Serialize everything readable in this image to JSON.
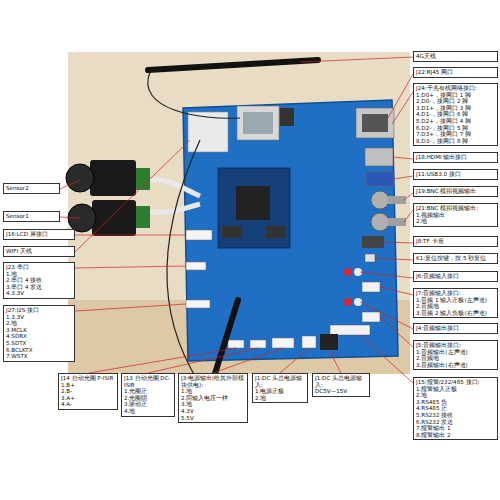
{
  "diagram": {
    "nodes": [
      {
        "text": [
          "4G天线"
        ]
      },
      {
        "text": [
          "J22:RJ45 网口"
        ]
      },
      {
        "text": [
          "J24:千兆有线网络接口:",
          "1.D0+，接网口 1 脚",
          "2.D0-，接网口 2 脚",
          "3.D1+，接网口 3 脚",
          "4.D1-，接网口 6 脚",
          "5.D2+，接网口 4 脚",
          "6.D2-，接网口 5 脚",
          "7.D3+，接网口 7 脚",
          "8.D3-，接网口 8 脚"
        ]
      },
      {
        "text": [
          "J18:HDMI 输出接口"
        ]
      },
      {
        "text": [
          "J11:USB3.0 接口"
        ]
      },
      {
        "text": [
          "J19:BNC 模拟视频输出"
        ]
      },
      {
        "text": [
          "J21:BNC 模拟视频输出:",
          "1.视频输出",
          "2.地"
        ]
      },
      {
        "text": [
          "J8:TF 卡座"
        ]
      },
      {
        "text": [
          "K1:复位按键，按 5 秒复位"
        ]
      },
      {
        "text": [
          "J6:音频输入接口"
        ]
      },
      {
        "text": [
          "J7:音频输入接口:",
          "1.音频 1 输入正极(左声道)",
          "2.音频地",
          "3.音频 2 输入负极(右声道)"
        ]
      },
      {
        "text": [
          "J4:音频输出接口"
        ]
      },
      {
        "text": [
          "J5:音频输出接口:",
          "1.音频输出(左声道)",
          "2.音频地",
          "3.音频输出(右声道)"
        ]
      },
      {
        "text": [
          "J15:报警/232/485 接口:",
          "1.报警输入正极",
          "2.地",
          "3.RS485 负",
          "4.RS485 正",
          "5.RS232 接收",
          "6.RS232 发送",
          "7.报警输出 1",
          "8.报警输出 2"
        ]
      },
      {
        "text": [
          "Sensor2"
        ]
      },
      {
        "text": [
          "Sensor1"
        ]
      },
      {
        "text": [
          "J16:LCD 屏接口"
        ]
      },
      {
        "text": [
          "WIFI 天线"
        ]
      },
      {
        "text": [
          "J23 串口",
          "1.地",
          "2.串口 4 接收",
          "3.串口 4 发送",
          "4.3.3V"
        ]
      },
      {
        "text": [
          "J27:I2S 接口",
          "1.3.3V",
          "2.地",
          "3.MCLK",
          "4.SDRX",
          "5.SDTX",
          "6.BCLKTX",
          "7.WSTX"
        ]
      },
      {
        "text": [
          "J14 自动光圈 P-ISIR",
          "1.B+",
          "2.B-",
          "3.A+",
          "4.A-"
        ]
      },
      {
        "text": [
          "J13 自动光圈 DC-ISIR",
          "1.光圈正",
          "2.光圈阴",
          "3.驱动正",
          "4.地"
        ]
      },
      {
        "text": [
          "J3:电源输出(给其外部模块供电):",
          "1.地",
          "2.同输入电压一样",
          "3.地",
          "4.3V",
          "5.5V"
        ]
      },
      {
        "text": [
          "J1:DC 头总电源输入:",
          "1.电源正极",
          "2.地"
        ]
      },
      {
        "text": [
          "J1:DC 头总电源输入:",
          "DC5V—15V"
        ]
      }
    ]
  }
}
